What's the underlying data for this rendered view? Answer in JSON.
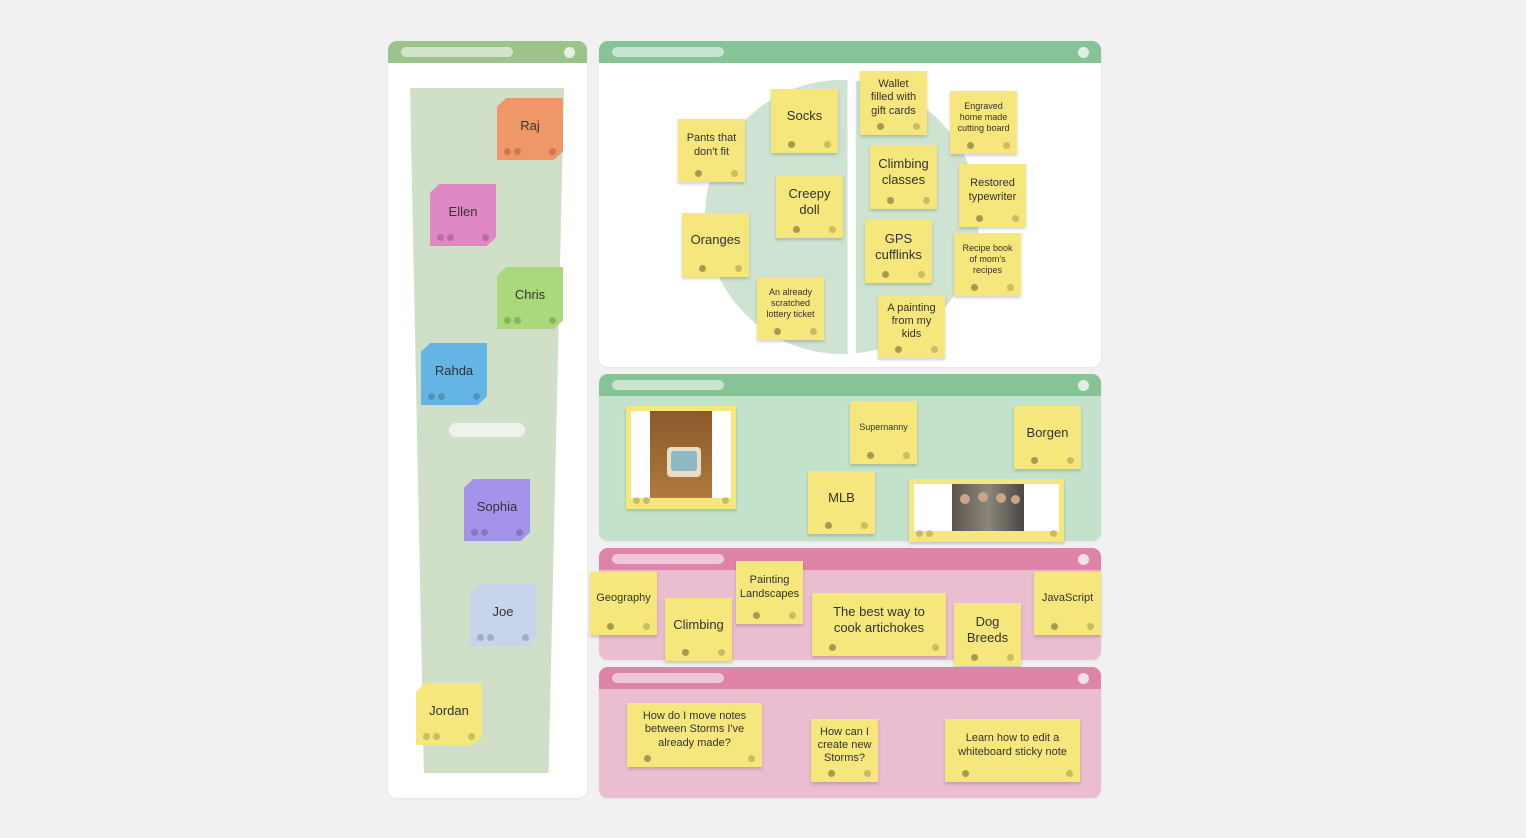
{
  "colors": {
    "background": "#f1f1f1",
    "green_header": "#86c497",
    "left_header": "#9cc48a",
    "light_green": "#c3e2cc",
    "pink_header": "#de84a8",
    "light_pink": "#ebbdd1",
    "sticky_yellow": "#f5e77c",
    "wedge": "#cfe3d3"
  },
  "people": [
    {
      "name": "Raj",
      "color": "#ef9767"
    },
    {
      "name": "Ellen",
      "color": "#e088c4"
    },
    {
      "name": "Chris",
      "color": "#a9d97a"
    },
    {
      "name": "Rahda",
      "color": "#64b4e6"
    },
    {
      "name": "Sophia",
      "color": "#a592ea"
    },
    {
      "name": "Joe",
      "color": "#c7d4ec"
    },
    {
      "name": "Jordan",
      "color": "#f5e77c"
    }
  ],
  "gifts_panel": {
    "stickies": [
      "Pants that don't fit",
      "Socks",
      "Creepy doll",
      "Oranges",
      "An already scratched lottery ticket",
      "Wallet filled with gift cards",
      "Engraved home made cutting board",
      "Climbing classes",
      "Restored typewriter",
      "GPS cufflinks",
      "Recipe book of mom's recipes",
      "A painting from my kids"
    ]
  },
  "shows_panel": {
    "stickies": [
      "Supernanny",
      "Borgen",
      "MLB"
    ],
    "images": [
      "tv-image",
      "group-photo"
    ]
  },
  "hobbies_panel": {
    "stickies": [
      "Geography",
      "Climbing",
      "Painting Landscapes",
      "The best way to cook artichokes",
      "Dog Breeds",
      "JavaScript"
    ]
  },
  "questions_panel": {
    "stickies": [
      "How do I move notes between Storms I've already made?",
      "How can I create new Storms?",
      "Learn how to edit a whiteboard sticky note"
    ]
  }
}
